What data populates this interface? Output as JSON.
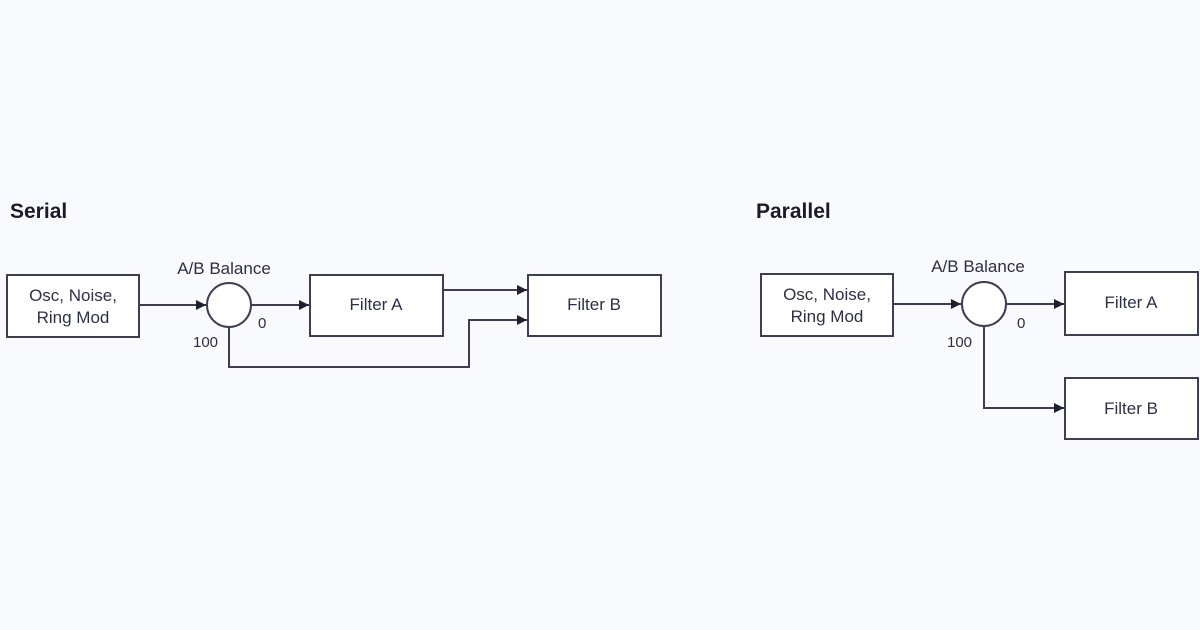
{
  "colors": {
    "background": "#f8fafd",
    "stroke": "#3c3f54",
    "text": "#2d3045"
  },
  "serial": {
    "title": "Serial",
    "source_line1": "Osc, Noise,",
    "source_line2": "Ring Mod",
    "balance_label": "A/B Balance",
    "label_zero": "0",
    "label_hundred": "100",
    "filter_a": "Filter A",
    "filter_b": "Filter B"
  },
  "parallel": {
    "title": "Parallel",
    "source_line1": "Osc, Noise,",
    "source_line2": "Ring Mod",
    "balance_label": "A/B Balance",
    "label_zero": "0",
    "label_hundred": "100",
    "filter_a": "Filter A",
    "filter_b": "Filter B"
  }
}
